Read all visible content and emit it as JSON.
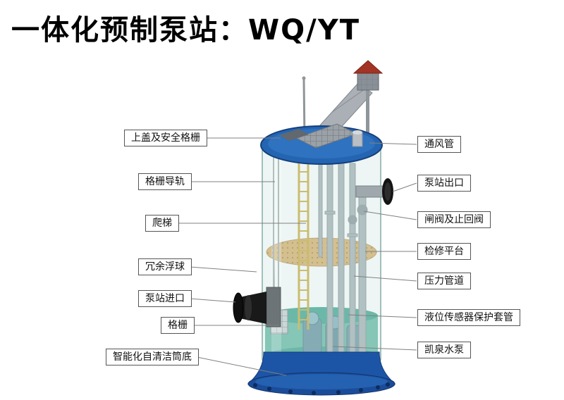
{
  "page": {
    "title": "一体化预制泵站：WQ/YT"
  },
  "labels": {
    "left": [
      {
        "text": "上盖及安全格栅"
      },
      {
        "text": "格栅导轨"
      },
      {
        "text": "爬梯"
      },
      {
        "text": "冗余浮球"
      },
      {
        "text": "泵站进口"
      },
      {
        "text": "格栅"
      },
      {
        "text": "智能化自清洁筒底"
      }
    ],
    "right": [
      {
        "text": "通风管"
      },
      {
        "text": "泵站出口"
      },
      {
        "text": "闸阀及止回阀"
      },
      {
        "text": "检修平台"
      },
      {
        "text": "压力管道"
      },
      {
        "text": "液位传感器保护套管"
      },
      {
        "text": "凯泉水泵"
      }
    ]
  },
  "colors": {
    "tank_top": "#2465b2",
    "tank_body": "#cfe8e2",
    "water": "#39a58c",
    "platform": "#d7a75d",
    "base": "#1d55a6",
    "pipe_dark": "#191919",
    "ladder": "#c9a22a",
    "roof": "#a23424",
    "connector": "#808080"
  }
}
